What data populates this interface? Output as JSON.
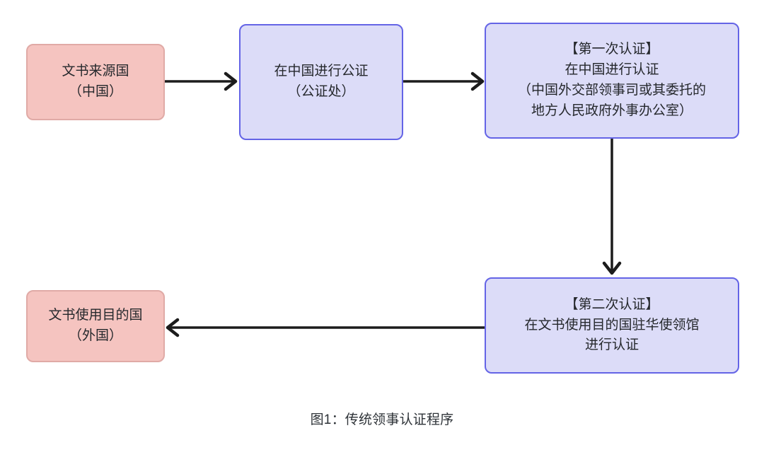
{
  "figure": {
    "caption": "图1：传统领事认证程序",
    "background_color": "#ffffff"
  },
  "palette": {
    "pink_fill": "#f5c4c0",
    "pink_border": "#e0aaa6",
    "blue_fill": "#dcdcf8",
    "blue_border": "#6464e6",
    "arrow_color": "#1c1c1c",
    "text_color": "#25282c"
  },
  "nodes": [
    {
      "id": "source",
      "label": "文书来源国\n（中国）",
      "style": "pink"
    },
    {
      "id": "notarization",
      "label": "在中国进行公证\n（公证处）",
      "style": "blue"
    },
    {
      "id": "authentication_first",
      "label": "【第一次认证】\n在中国进行认证\n（中国外交部领事司或其委托的\n地方人民政府外事办公室）",
      "style": "blue"
    },
    {
      "id": "authentication_second",
      "label": "【第二次认证】\n在文书使用目的国驻华使领馆\n进行认证",
      "style": "blue"
    },
    {
      "id": "destination",
      "label": "文书使用目的国\n（外国）",
      "style": "pink"
    }
  ],
  "edges": [
    {
      "id": "source-to-notarization",
      "from": "source",
      "to": "notarization",
      "direction": "right",
      "label": ""
    },
    {
      "id": "notarization-to-auth-first",
      "from": "notarization",
      "to": "authentication_first",
      "direction": "right",
      "label": ""
    },
    {
      "id": "auth-first-to-auth-second",
      "from": "authentication_first",
      "to": "authentication_second",
      "direction": "down",
      "label": ""
    },
    {
      "id": "auth-second-to-destination",
      "from": "authentication_second",
      "to": "destination",
      "direction": "left",
      "label": ""
    }
  ]
}
